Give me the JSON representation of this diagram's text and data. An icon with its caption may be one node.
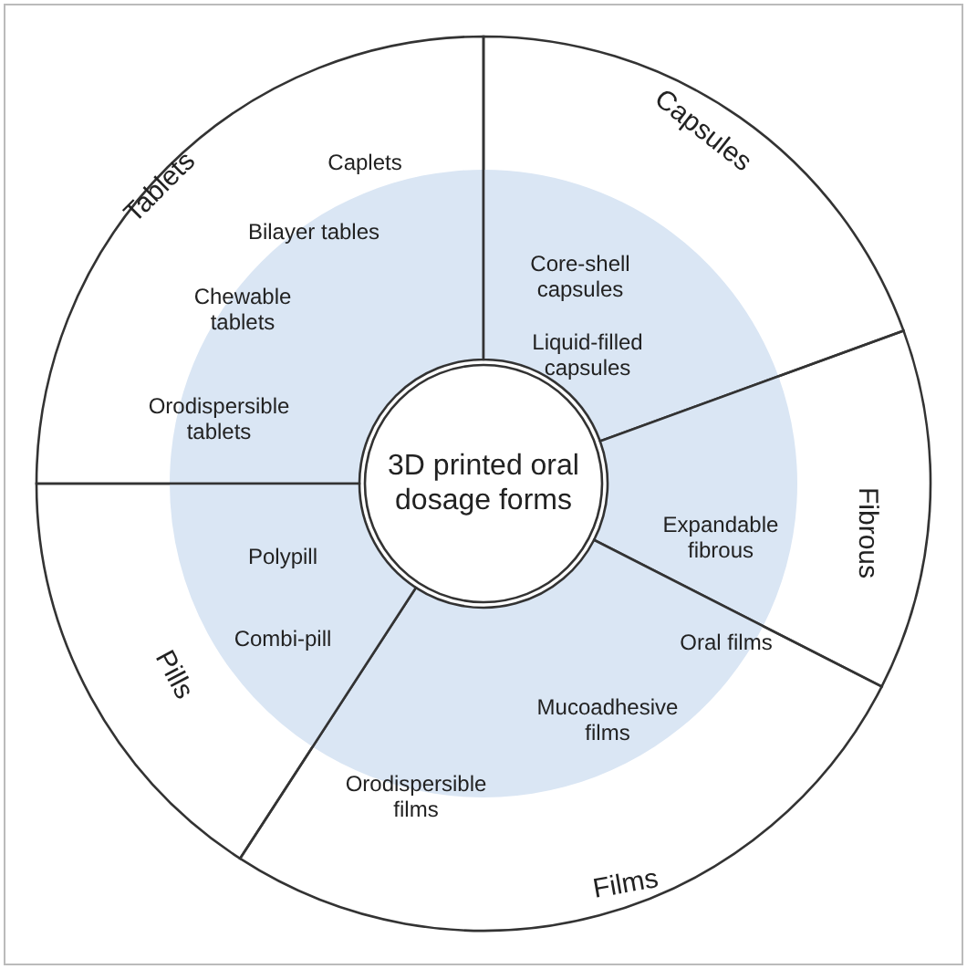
{
  "diagram": {
    "nodes": [
      {
        "text": [
          "3D printed oral dosage forms"
        ]
      },
      {
        "text": [
          "Tablets"
        ]
      },
      {
        "text": [
          "Caplets"
        ],
        "in": 1
      },
      {
        "text": [
          "Bilayer tables"
        ],
        "in": 1
      },
      {
        "text": [
          "Chewable tablets"
        ],
        "in": 1
      },
      {
        "text": [
          "Orodispersible tablets"
        ],
        "in": 1
      },
      {
        "text": [
          "Capsules"
        ]
      },
      {
        "text": [
          "Core-shell capsules"
        ],
        "in": 6
      },
      {
        "text": [
          "Liquid-filled capsules"
        ],
        "in": 6
      },
      {
        "text": [
          "Fibrous"
        ]
      },
      {
        "text": [
          "Expandable fibrous"
        ],
        "in": 9
      },
      {
        "text": [
          "Films"
        ]
      },
      {
        "text": [
          "Oral films"
        ],
        "in": 11
      },
      {
        "text": [
          "Mucoadhesive films"
        ],
        "in": 11
      },
      {
        "text": [
          "Orodispersible films"
        ],
        "in": 11
      },
      {
        "text": [
          "Pills"
        ]
      },
      {
        "text": [
          "Polypill"
        ],
        "in": 15
      },
      {
        "text": [
          "Combi-pill"
        ],
        "in": 15
      }
    ]
  }
}
